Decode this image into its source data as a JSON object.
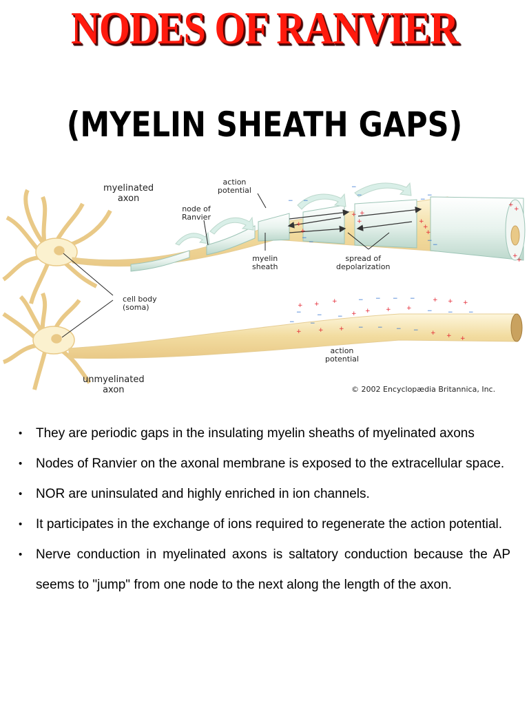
{
  "title": "NODES OF RANVIER",
  "subtitle": "(MYELIN SHEATH GAPS)",
  "diagram": {
    "labels": {
      "myelinated_axon": "myelinated\naxon",
      "action_potential_top": "action\npotential",
      "node_of_ranvier": "node of\nRanvier",
      "myelin_sheath": "myelin\nsheath",
      "spread_of_depolarization": "spread of\ndepolarization",
      "cell_body": "cell body\n(soma)",
      "action_potential_bottom": "action\npotential",
      "unmyelinated_axon": "unmyelinated\naxon",
      "copyright": "© 2002 Encyclopædia Britannica, Inc."
    },
    "colors": {
      "neuron_fill": "#fbf1cf",
      "neuron_stroke": "#e9c987",
      "axon_fill": "#f4e2ae",
      "positive_charge": "#e2222f",
      "negative_charge": "#2d6fd0",
      "arrow": "#d9efe8"
    }
  },
  "bullets": [
    "They are periodic gaps in the insulating myelin sheaths of myelinated axons",
    "Nodes of Ranvier on the axonal membrane is exposed to the extracellular space.",
    "NOR are uninsulated and highly enriched in ion channels.",
    "It participates in the exchange of ions required to regenerate the action potential.",
    "Nerve conduction in myelinated axons is saltatory conduction  because the AP seems to \"jump\" from one node to the next along the length of the axon."
  ]
}
